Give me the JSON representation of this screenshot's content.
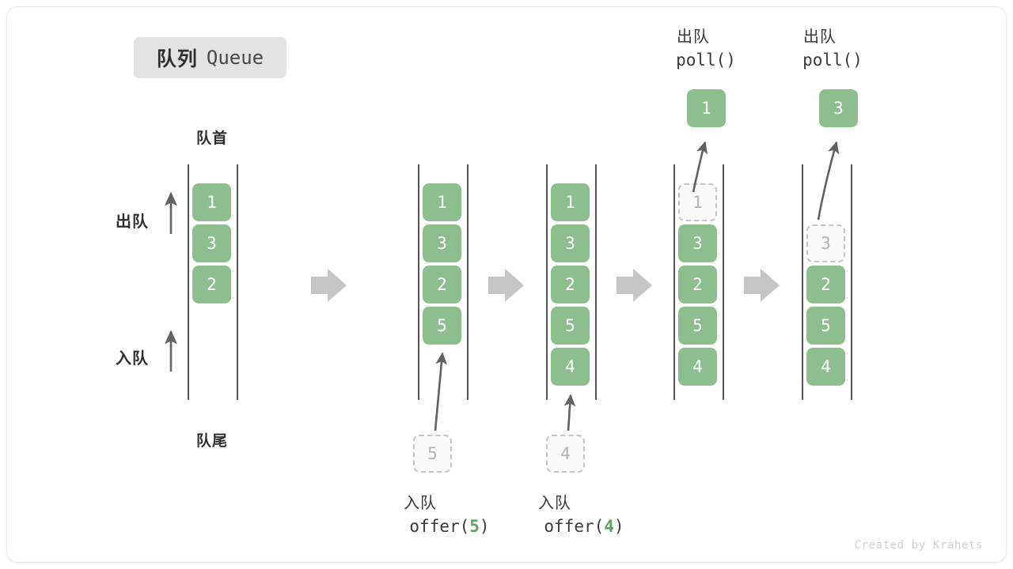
{
  "title": {
    "cn": "队列",
    "en": "Queue"
  },
  "watermark": "Created by Krahets",
  "labels": {
    "head": "队首",
    "tail": "队尾",
    "dequeue_side": "出队",
    "enqueue_side": "入队"
  },
  "operations": {
    "offer5": {
      "cn": "入队",
      "code_pre": "offer(",
      "code_arg": "5",
      "code_post": ")"
    },
    "offer4": {
      "cn": "入队",
      "code_pre": "offer(",
      "code_arg": "4",
      "code_post": ")"
    },
    "poll1": {
      "cn": "出队",
      "code": "poll()"
    },
    "poll2": {
      "cn": "出队",
      "code": "poll()"
    }
  },
  "columns": [
    {
      "id": "col1",
      "cells": [
        "1",
        "3",
        "2"
      ],
      "ghost_index": -1
    },
    {
      "id": "col2",
      "cells": [
        "1",
        "3",
        "2",
        "5"
      ],
      "ghost_index": -1
    },
    {
      "id": "col3",
      "cells": [
        "1",
        "3",
        "2",
        "5",
        "4"
      ],
      "ghost_index": -1
    },
    {
      "id": "col4",
      "cells": [
        "1",
        "3",
        "2",
        "5",
        "4"
      ],
      "ghost_index": 0
    },
    {
      "id": "col5",
      "cells": [
        "3",
        "2",
        "5",
        "4"
      ],
      "ghost_index": 0
    }
  ],
  "incoming": [
    {
      "id": "in5",
      "value": "5"
    },
    {
      "id": "in4",
      "value": "4"
    }
  ],
  "outgoing": [
    {
      "id": "out1",
      "value": "1"
    },
    {
      "id": "out3",
      "value": "3"
    }
  ],
  "colors": {
    "cell_green": "#8cbe8e",
    "badge_gray": "#e3e3e3",
    "arrow_gray": "#c6c6c6",
    "line_dark": "#545454",
    "ghost_border": "#c4c4c4"
  }
}
